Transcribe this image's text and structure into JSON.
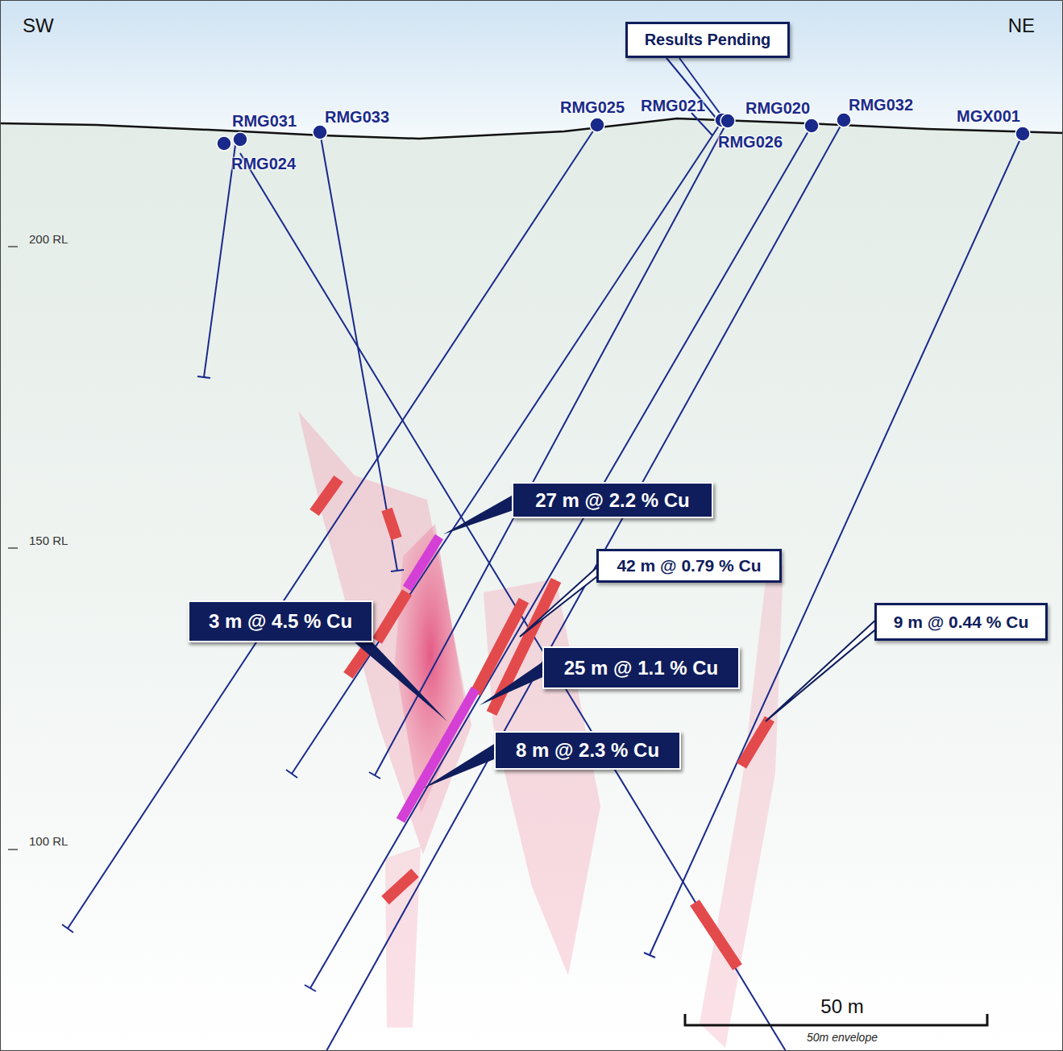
{
  "diagram": {
    "nodes": [
      {
        "text": [
          "Results Pending"
        ]
      },
      {
        "text": [
          "27 m @ 2.2 % Cu"
        ]
      },
      {
        "text": [
          "42 m @ 0.79 % Cu"
        ]
      },
      {
        "text": [
          "3 m @ 4.5 % Cu"
        ]
      },
      {
        "text": [
          "25 m @ 1.1 % Cu"
        ]
      },
      {
        "text": [
          "9 m @ 0.44 % Cu"
        ]
      },
      {
        "text": [
          "8 m @ 2.3 % Cu"
        ]
      }
    ],
    "labels": [
      "SW",
      "NE",
      "RMG031",
      "RMG033",
      "RMG024",
      "RMG025",
      "RMG021",
      "RMG020",
      "RMG026",
      "RMG032",
      "MGX001",
      "200 RL",
      "150 RL",
      "100 RL",
      "50 m",
      "50m envelope"
    ]
  }
}
